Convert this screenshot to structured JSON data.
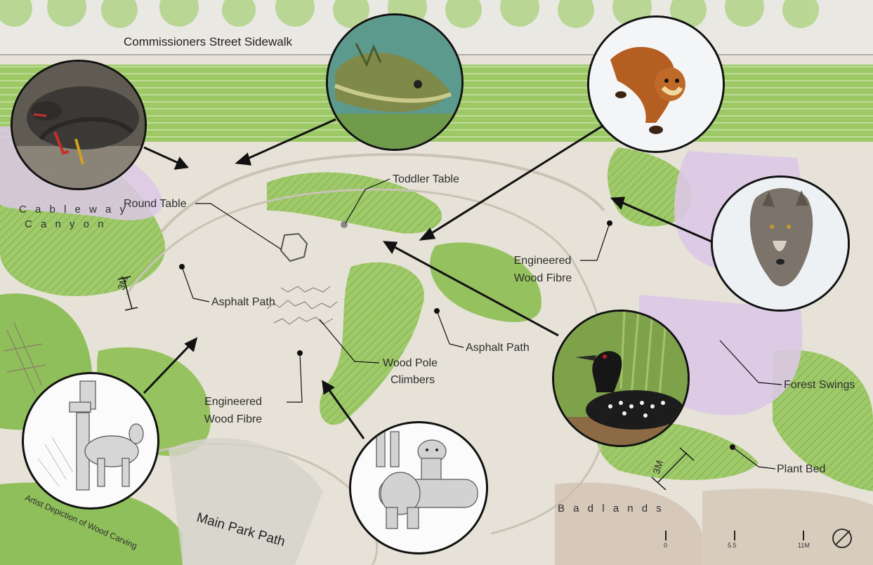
{
  "labels": {
    "street": "Commissioners Street Sidewalk",
    "cableway_1": "C a b l e w a y",
    "cableway_2": "C a n y o n",
    "round_table": "Round Table",
    "toddler_table": "Toddler Table",
    "engineered_wood_fibre_right_1": "Engineered",
    "engineered_wood_fibre_right_2": "Wood Fibre",
    "asphalt_path_left": "Asphalt Path",
    "asphalt_path_mid": "Asphalt Path",
    "wood_pole_1": "Wood Pole",
    "wood_pole_2": "Climbers",
    "engineered_wood_fibre_left_1": "Engineered",
    "engineered_wood_fibre_left_2": "Wood Fibre",
    "forest_swings": "Forest Swings",
    "plant_bed": "Plant Bed",
    "badlands": "B a d l a n d s",
    "main_park_path": "Main Park Path",
    "artist_depiction": "Artist Depiction of Wood Carving",
    "dim_left": "3M",
    "dim_right": "3M"
  },
  "scale_bar": {
    "tick_0": "0",
    "tick_mid": "5.5",
    "tick_end": "11M"
  },
  "icons": {
    "turtle": "turtle-photo",
    "bass": "bass-fish-photo",
    "marten": "marten-photo",
    "wolf": "wolf-photo",
    "loon": "loon-photo",
    "carving_1": "wood-carving-sketch",
    "carving_2": "bear-carving-sketch",
    "north": "north-arrow-icon"
  },
  "colors": {
    "ground": "#e4dfd4",
    "path": "#d9d4ca",
    "green": "#8fbf5a",
    "dark_green": "#6a9f3e",
    "purple": "#dcc8e6",
    "ink": "#111111"
  }
}
